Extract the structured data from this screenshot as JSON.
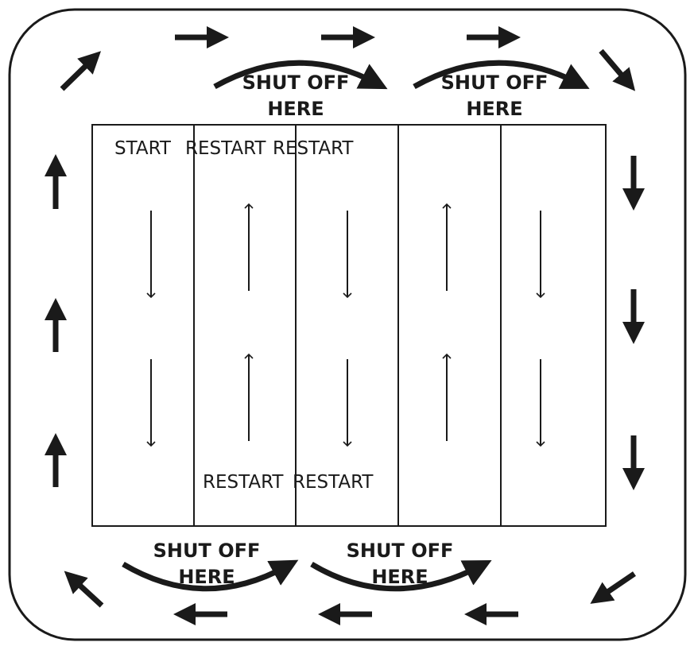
{
  "diagram": {
    "start_label": "START",
    "restart_label": "RESTART",
    "shut_off_line1": "SHUT OFF",
    "shut_off_line2": "HERE"
  },
  "colors": {
    "ink": "#1a1a1a",
    "background": "#ffffff"
  },
  "lanes": [
    {
      "direction": "down"
    },
    {
      "direction": "up"
    },
    {
      "direction": "down"
    },
    {
      "direction": "up"
    },
    {
      "direction": "down"
    }
  ],
  "perimeter_flow": "clockwise",
  "icons": {
    "perimeter": "thick-arrow-icon",
    "lane": "thin-arrow-icon",
    "turn": "curved-arrow-icon"
  }
}
